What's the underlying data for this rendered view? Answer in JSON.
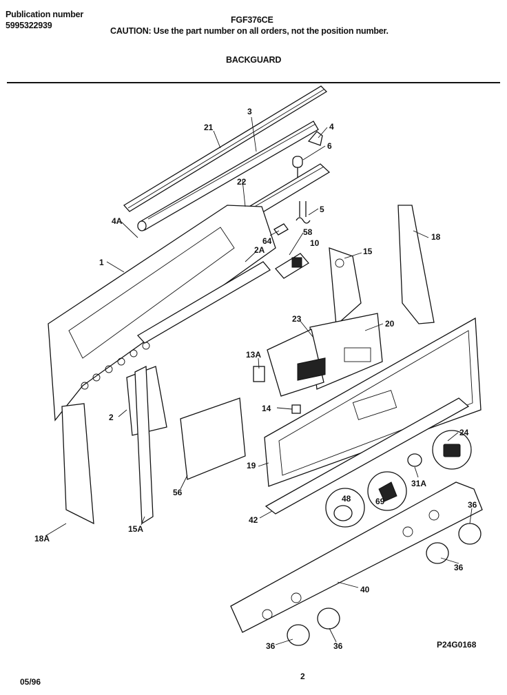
{
  "header": {
    "pub_label": "Publication number",
    "pub_number": "5995322939",
    "model": "FGF376CE",
    "caution": "CAUTION:  Use the part number on all orders, not the position number.",
    "section_title": "BACKGUARD"
  },
  "diagram": {
    "callouts": [
      "21",
      "3",
      "4",
      "6",
      "22",
      "5",
      "4A",
      "64",
      "58",
      "10",
      "2A",
      "1",
      "15",
      "18",
      "23",
      "20",
      "13A",
      "14",
      "2",
      "56",
      "19",
      "24",
      "31A",
      "48",
      "69",
      "42",
      "36",
      "15A",
      "18A",
      "40"
    ],
    "image_code": "P24G0168"
  },
  "footer": {
    "date": "05/96",
    "page": "2"
  }
}
